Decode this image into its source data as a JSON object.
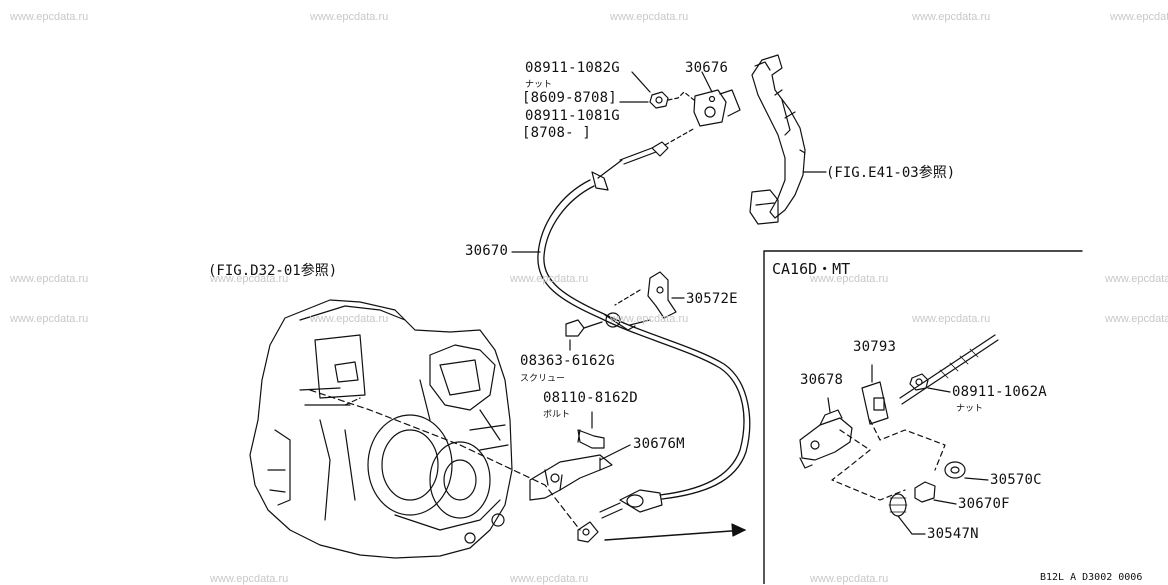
{
  "watermark": "www.epcdata.ru",
  "parts": {
    "p08911_1082G": "08911-1082G",
    "nut": "ナット",
    "date1": "[8609-8708]",
    "p08911_1081G": "08911-1081G",
    "date2": "[8708-    ]",
    "p30676": "30676",
    "ref_e41": "(FIG.E41-03参照)",
    "p30670": "30670",
    "ref_d32": "(FIG.D32-01参照)",
    "p30572E": "30572E",
    "p08363": "08363-6162G",
    "screw": "スクリュー",
    "p08110": "08110-8162D",
    "bolt": "ボルト",
    "p30676M": "30676M"
  },
  "inset": {
    "title": "CA16D・MT",
    "p30793": "30793",
    "p30678": "30678",
    "p08911_1062A": "08911-1062A",
    "nut": "ナット",
    "p30570C": "30570C",
    "p30670F": "30670F",
    "p30547N": "30547N"
  },
  "figure_code": "B12L A D3002 0006"
}
